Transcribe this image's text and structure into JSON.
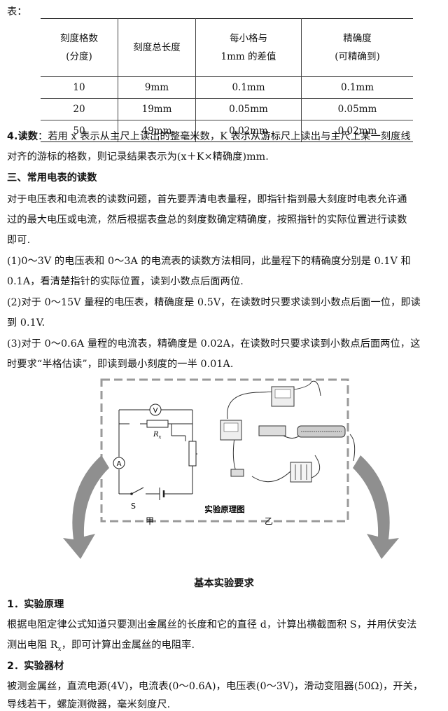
{
  "intro": "表：",
  "table": {
    "headers": [
      [
        "刻度格数",
        "(分度)"
      ],
      [
        "刻度总长度"
      ],
      [
        "每小格与",
        "1mm 的差值"
      ],
      [
        "精确度",
        "(可精确到)"
      ]
    ],
    "rows": [
      [
        "10",
        "9mm",
        "0.1mm",
        "0.1mm"
      ],
      [
        "20",
        "19mm",
        "0.05mm",
        "0.05mm"
      ],
      [
        "50",
        "49mm",
        "0.02mm",
        "0.02mm"
      ]
    ]
  },
  "reading": {
    "label": "4.读数",
    "line1": "：若用 x 表示从主尺上读出的整毫米数，K 表示从游标尺上读出与主尺上某一刻度线",
    "line2": "对齐的游标的格数，则记录结果表示为(x＋K×精确度)mm."
  },
  "section3_title": "三、常用电表的读数",
  "para1": [
    "对于电压表和电流表的读数问题，首先要弄清电表量程，即指针指到最大刻度时电表允许通",
    "过的最大电压或电流，然后根据表盘总的刻度数确定精确度，按照指针的实际位置进行读数",
    "即可."
  ],
  "item1": [
    "(1)0～3V 的电压表和 0～3A 的电流表的读数方法相同，此量程下的精确度分别是 0.1V 和",
    "0.1A，看清楚指针的实际位置，读到小数点后面两位."
  ],
  "item2": [
    "(2)对于 0～15V 量程的电压表，精确度是 0.5V，在读数时只要求读到小数点后面一位，即读",
    "到 0.1V."
  ],
  "item3": [
    "(3)对于 0～0.6A 量程的电流表，精确度是 0.02A，在读数时只要求读到小数点后面两位，这",
    "时要求“半格估读”，即读到最小刻度的一半 0.01A."
  ],
  "figure": {
    "voltmeter": "V",
    "ammeter": "A",
    "resistor_label": "R",
    "resistor_sub": "x",
    "switch_label": "S",
    "label_left": "甲",
    "label_right": "乙",
    "caption": "实验原理图"
  },
  "basic_title": "基本实验要求",
  "principle": {
    "title": "1．实验原理",
    "line1": "根据电阻定律公式知道只要测出金属丝的长度和它的直径 d，计算出横截面积 S，并用伏安法",
    "line2_a": "测出电阻 R",
    "line2_sub": "x",
    "line2_b": "，即可计算出金属丝的电阻率."
  },
  "equipment": {
    "title": "2．实验器材",
    "line1": "被测金属丝，直流电源(4V)，电流表(0～0.6A)，电压表(0～3V)，滑动变阻器(50Ω)，开关，",
    "line2": "导线若干，螺旋测微器，毫米刻度尺."
  }
}
